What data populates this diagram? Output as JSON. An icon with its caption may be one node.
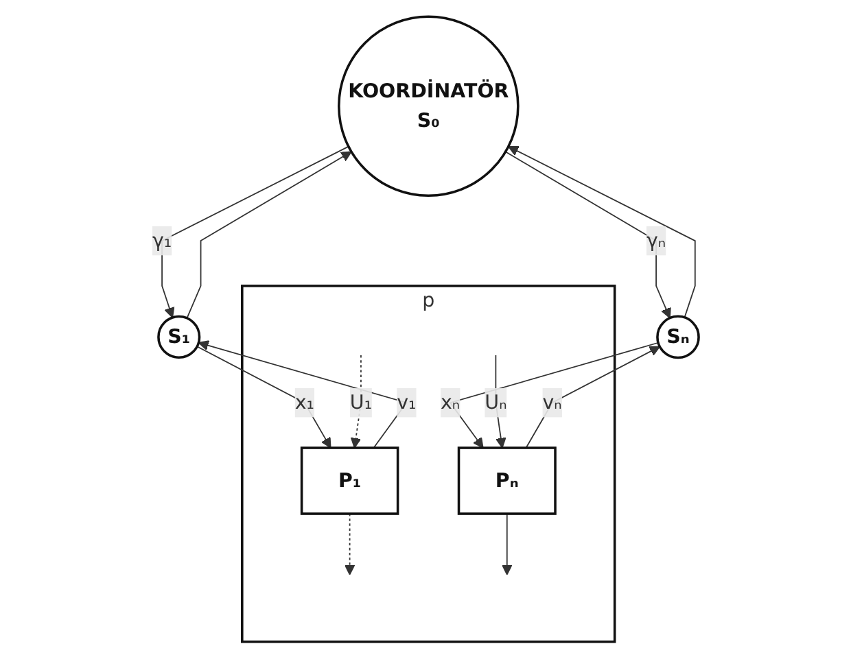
{
  "diagram": {
    "nodes": [
      {
        "text": [
          "KOORDİNATÖR",
          "S₀"
        ]
      },
      {
        "text": [
          "S₁"
        ]
      },
      {
        "text": [
          "Sₙ"
        ]
      },
      {
        "text": [
          "p"
        ]
      },
      {
        "text": [
          "P₁"
        ],
        "in": 3
      },
      {
        "text": [
          "Pₙ"
        ],
        "in": 3
      }
    ],
    "edges": [
      {
        "from": 0,
        "to": 1,
        "arrow": "to",
        "label": "γ₁"
      },
      {
        "from": 1,
        "to": 0,
        "arrow": "to"
      },
      {
        "from": 0,
        "to": 2,
        "arrow": "to",
        "label": "γₙ"
      },
      {
        "from": 2,
        "to": 0,
        "arrow": "to"
      },
      {
        "from": 1,
        "to": 4,
        "arrow": "to",
        "label": "x₁"
      },
      {
        "from": 4,
        "to": 1,
        "arrow": "to",
        "label": "v₁"
      },
      {
        "from": 2,
        "to": 5,
        "arrow": "to",
        "label": "xₙ"
      },
      {
        "from": 5,
        "to": 2,
        "arrow": "to",
        "label": "vₙ"
      },
      {
        "from": 4,
        "to": null,
        "arrow": "to",
        "style": "dashed"
      },
      {
        "from": null,
        "to": 4,
        "arrow": "to",
        "label": "U₁",
        "style": "dashed"
      },
      {
        "from": 5,
        "to": null,
        "arrow": "to"
      },
      {
        "from": null,
        "to": 5,
        "arrow": "to",
        "label": "Uₙ"
      }
    ]
  }
}
